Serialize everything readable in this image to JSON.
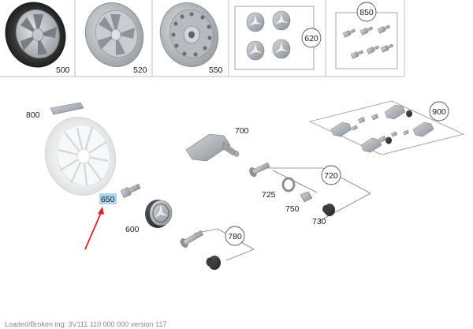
{
  "catalog_row": {
    "cells": [
      {
        "number": "500"
      },
      {
        "number": "520"
      },
      {
        "number": "550"
      },
      {
        "number": "620"
      },
      {
        "number": "850"
      }
    ]
  },
  "parts": {
    "valve_stem_sticker": {
      "number": "800"
    },
    "alloy_wheel": {
      "number": ""
    },
    "wheel_bolt": {
      "number": "650"
    },
    "hub_cap": {
      "number": "600"
    },
    "tpms_sensor": {
      "number": "700"
    },
    "valve_kit": {
      "number": "720"
    },
    "washer": {
      "number": "725"
    },
    "valve_nut": {
      "number": "750"
    },
    "valve_cap": {
      "number": "730"
    },
    "valve_set": {
      "number": "780"
    },
    "sensor_set": {
      "number": "900"
    }
  },
  "highlight": {
    "target": "650",
    "color": "#aad4ec"
  },
  "arrow_color": "#e31e24",
  "footer": {
    "text": "Loaded/Broken ing: 3V111 110 000 000 version 117"
  }
}
